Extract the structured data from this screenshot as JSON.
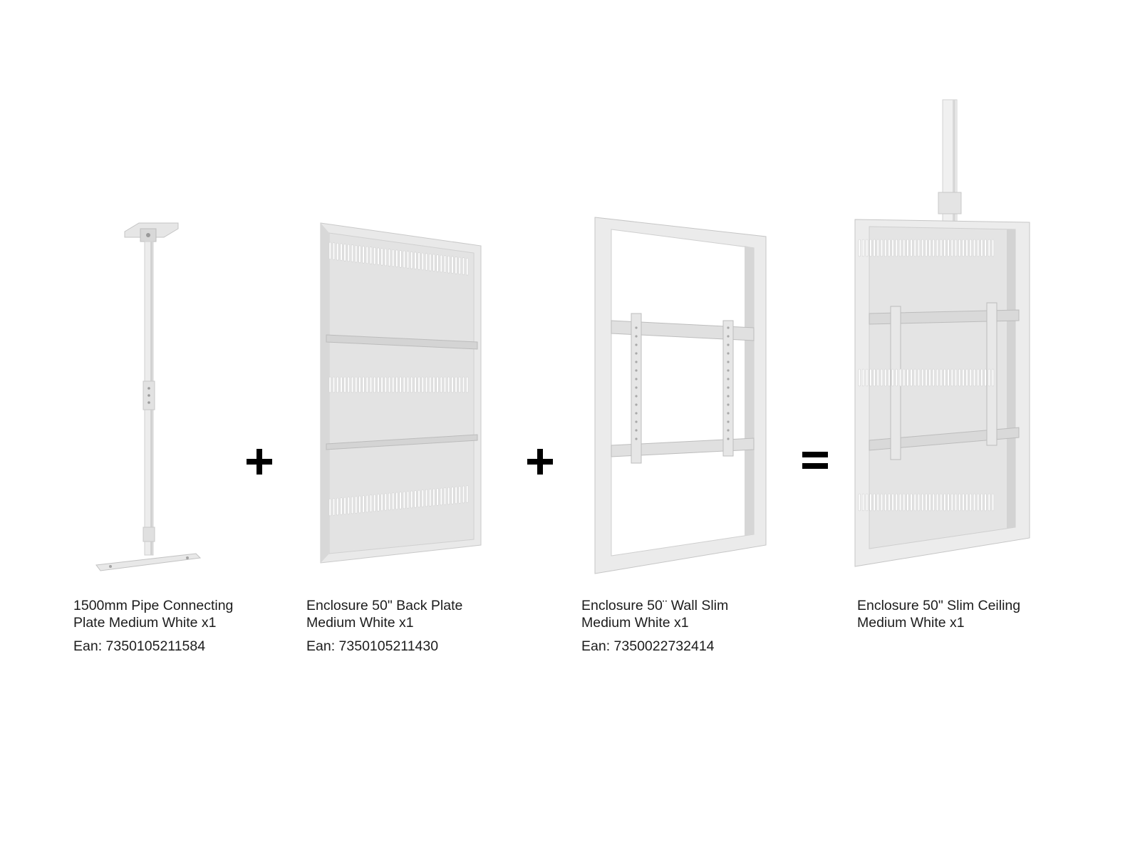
{
  "operators": {
    "plus_1": "+",
    "plus_2": "+",
    "equals": "="
  },
  "products": [
    {
      "name_line1": "1500mm Pipe Connecting",
      "name_line2": "Plate Medium White x1",
      "ean": "Ean: 7350105211584",
      "icon": "ceiling-pipe-icon"
    },
    {
      "name_line1": "Enclosure 50\" Back Plate",
      "name_line2": "Medium White x1",
      "ean": "Ean: 7350105211430",
      "icon": "back-plate-icon"
    },
    {
      "name_line1": "Enclosure 50¨ Wall Slim",
      "name_line2": "Medium White x1",
      "ean": "Ean: 7350022732414",
      "icon": "wall-frame-icon"
    },
    {
      "name_line1": "Enclosure 50\"  Slim Ceiling",
      "name_line2": "Medium White x1",
      "ean": "",
      "icon": "ceiling-enclosure-icon"
    }
  ],
  "colors": {
    "metal_light": "#eeeeee",
    "metal_mid": "#d6d6d6",
    "metal_dark": "#b5b5b5",
    "operator": "#000000"
  }
}
